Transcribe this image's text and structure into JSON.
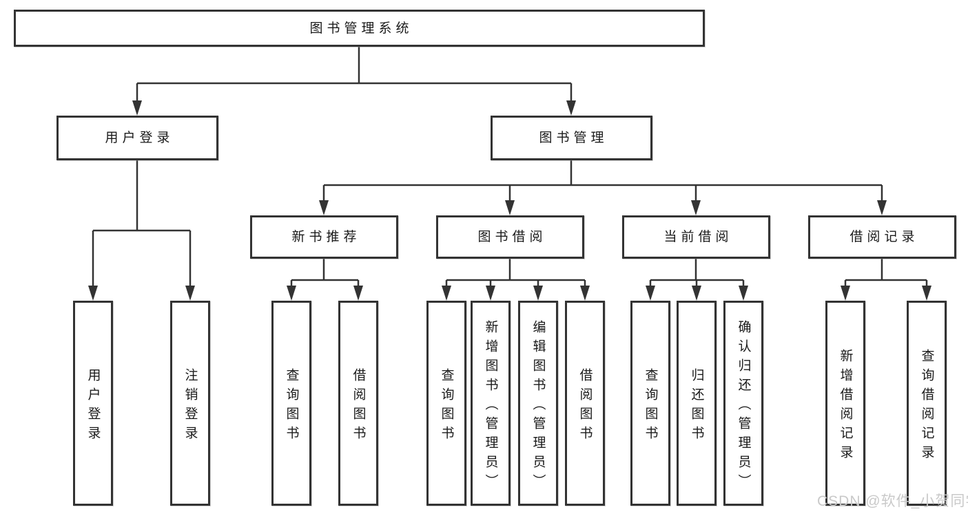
{
  "page": {
    "background": "#ffffff"
  },
  "colors": {
    "line": "#333333",
    "node_border": "#333333",
    "node_fill": "#ffffff",
    "text": "#1a1a1a",
    "watermark": "#c9c9c9"
  },
  "watermark": {
    "text": "CSDN @软件_小贺同学"
  },
  "nodes": {
    "root": {
      "label": "图书管理系统"
    },
    "user_login_branch": {
      "label": "用户登录"
    },
    "book_management": {
      "label": "图书管理"
    },
    "leaf_user_login": {
      "label": "用户登录"
    },
    "leaf_logout": {
      "label": "注销登录"
    },
    "new_book_recommend": {
      "label": "新书推荐"
    },
    "book_borrow": {
      "label": "图书借阅"
    },
    "current_borrow": {
      "label": "当前借阅"
    },
    "borrow_records": {
      "label": "借阅记录"
    },
    "rec_query_books": {
      "label": "查询图书"
    },
    "rec_borrow_books": {
      "label": "借阅图书"
    },
    "bb_query_books": {
      "label": "查询图书"
    },
    "bb_add_books": {
      "label": "新增图书（管理员）"
    },
    "bb_edit_books": {
      "label": "编辑图书（管理员）"
    },
    "bb_borrow_books": {
      "label": "借阅图书"
    },
    "cb_query_books": {
      "label": "查询图书"
    },
    "cb_return_books": {
      "label": "归还图书"
    },
    "cb_confirm_return": {
      "label": "确认归还（管理员）"
    },
    "br_add_record": {
      "label": "新增借阅记录"
    },
    "br_query_record": {
      "label": "查询借阅记录"
    }
  }
}
